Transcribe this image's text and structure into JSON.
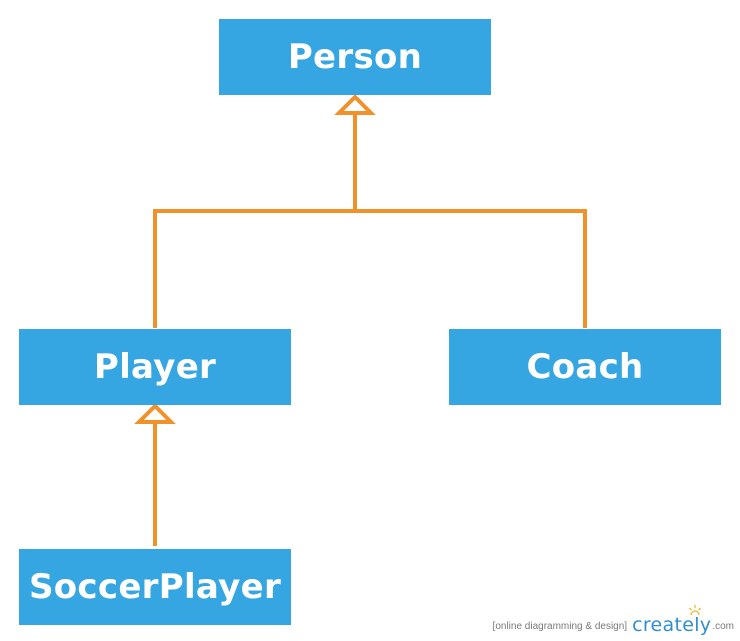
{
  "diagram": {
    "classes": {
      "person": "Person",
      "player": "Player",
      "coach": "Coach",
      "soccer_player": "SoccerPlayer"
    },
    "relations": [
      {
        "type": "generalization",
        "from": "Player",
        "to": "Person"
      },
      {
        "type": "generalization",
        "from": "Coach",
        "to": "Person"
      },
      {
        "type": "generalization",
        "from": "SoccerPlayer",
        "to": "Player"
      }
    ]
  },
  "colors": {
    "class_fill": "#36a6e2",
    "class_text": "#ffffff",
    "connector": "#f0912a"
  },
  "footer": {
    "tagline": "[online diagramming & design]",
    "brand": "creately",
    "brand_suffix": ".com"
  }
}
